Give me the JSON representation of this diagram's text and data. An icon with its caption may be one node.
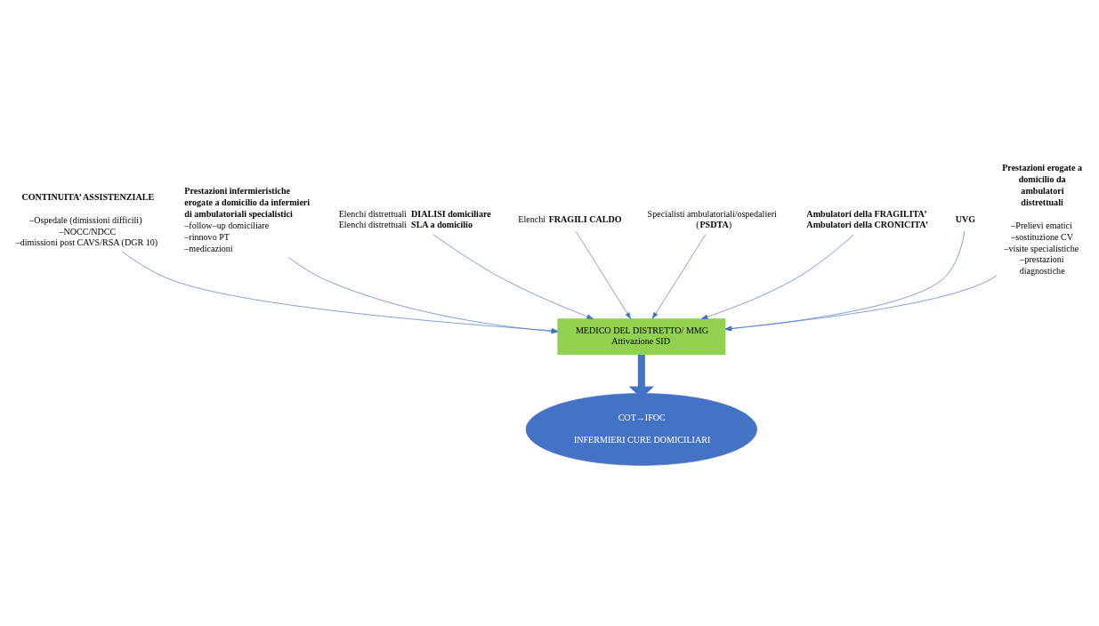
{
  "diagram": {
    "nodes": [
      {
        "text": [
          "MEDICO DEL DISTRETTO/ MMG",
          "Attivazione SID"
        ]
      },
      {
        "text": [
          "COT→IFOC",
          "INFERMIERI CURE DOMICILIARI"
        ]
      },
      {
        "text": [
          "CONTINUITA’ ASSISTENZIALE",
          "–Ospedale (dimissioni difficili)",
          "–NOCC/NDCC",
          "–dimissioni post CAVS/RSA (DGR 10)"
        ]
      },
      {
        "text": [
          "Prestazioni infermieristiche erogate a domicilio da infermieri di ambulatoriali specialistici",
          "–follow–up domiciliare",
          "–rinnovo PT",
          "–medicazioni"
        ]
      },
      {
        "text": [
          "Elenchi distrettuali **DIALISI domiciliare**",
          "Elenchi distrettuali **SLA a domicilio**"
        ]
      },
      {
        "text": [
          "Elenchi **FRAGILI CALDO**"
        ]
      },
      {
        "text": [
          "Specialisti ambulatoriali/ospedalieri (**PSDTA**)"
        ]
      },
      {
        "text": [
          "Ambulatori della FRAGILITA’",
          "Ambulatori della CRONICITA’"
        ]
      },
      {
        "text": [
          "UVG"
        ]
      },
      {
        "text": [
          "Prestazioni erogate a domicilio da ambulatori distrettuali",
          "–Prelievi ematici",
          "–sostituzione CV",
          "–visite specialistiche",
          "–prestazioni diagnostiche"
        ]
      }
    ],
    "edges": [
      {
        "from": 2,
        "to": 0,
        "arrow": "to"
      },
      {
        "from": 3,
        "to": 0,
        "arrow": "to"
      },
      {
        "from": 4,
        "to": 0,
        "arrow": "to"
      },
      {
        "from": 5,
        "to": 0,
        "arrow": "to"
      },
      {
        "from": 6,
        "to": 0,
        "arrow": "to"
      },
      {
        "from": 7,
        "to": 0,
        "arrow": "to"
      },
      {
        "from": 8,
        "to": 0,
        "arrow": "to"
      },
      {
        "from": 9,
        "to": 0,
        "arrow": "to"
      },
      {
        "from": 0,
        "to": 1,
        "arrow": "to",
        "style": "thick"
      }
    ]
  }
}
